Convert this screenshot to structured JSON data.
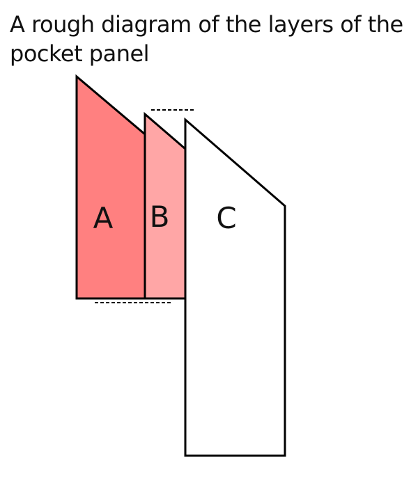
{
  "caption": "A rough diagram of the layers of the pocket panel",
  "layers": [
    {
      "label": "A",
      "fill": "#FF8080"
    },
    {
      "label": "B",
      "fill": "#FFA6A6"
    },
    {
      "label": "C",
      "fill": "#FFFFFF"
    }
  ],
  "colors": {
    "outline": "#000000",
    "text": "#111111",
    "background": "#FFFFFF"
  }
}
